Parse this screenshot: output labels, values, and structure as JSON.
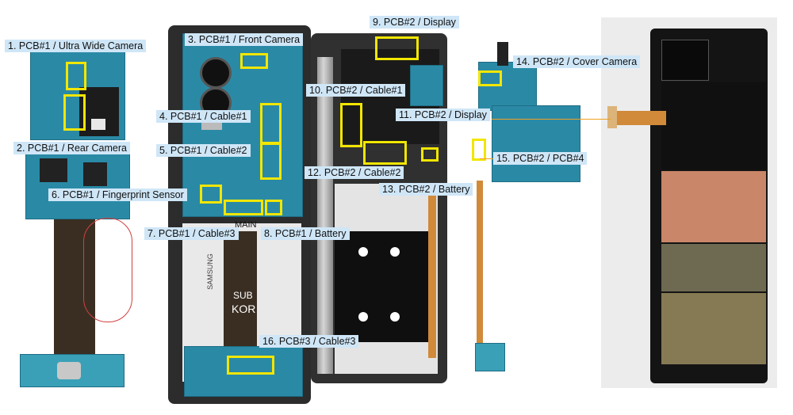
{
  "labels": {
    "l1": "1. PCB#1 / Ultra Wide Camera",
    "l2": "2. PCB#1 / Rear Camera",
    "l3": "3. PCB#1 / Front Camera",
    "l4": "4. PCB#1 / Cable#1",
    "l5": "5. PCB#1 / Cable#2",
    "l6": "6. PCB#1 / Fingerprint Sensor",
    "l7": "7. PCB#1 / Cable#3",
    "l8": "8. PCB#1 / Battery",
    "l9": "9. PCB#2 / Display",
    "l10": "10. PCB#2 / Cable#1",
    "l11": "11. PCB#2 / Display",
    "l12": "12. PCB#2 / Cable#2",
    "l13": "13. PCB#2 / Battery",
    "l14": "14. PCB#2 / Cover Camera",
    "l15": "15. PCB#2 / PCB#4",
    "l16": "16. PCB#3 / Cable#3"
  },
  "battery_text": {
    "main": "MAIN",
    "sub": "SUB",
    "kor": "KOR",
    "brand": "SAMSUNG"
  },
  "colors": {
    "highlight": "#f2e600",
    "label_bg": "#cfe6f7",
    "leader": "#f0a020"
  }
}
